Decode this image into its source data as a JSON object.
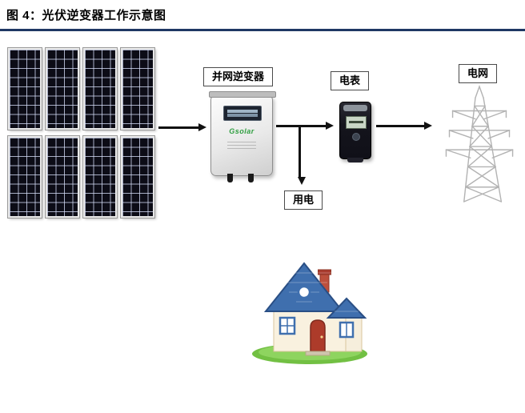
{
  "title": "图 4：光伏逆变器工作示意图",
  "diagram": {
    "inverter_label": "并网逆变器",
    "meter_label": "电表",
    "grid_label": "电网",
    "load_label": "用电",
    "inverter_logo": "Gsolar",
    "colors": {
      "title_rule": "#1f3864",
      "panel": "#0c0c16",
      "arrow": "#111111",
      "house_roof": "#3f6fae",
      "lawn": "#72c043"
    }
  }
}
